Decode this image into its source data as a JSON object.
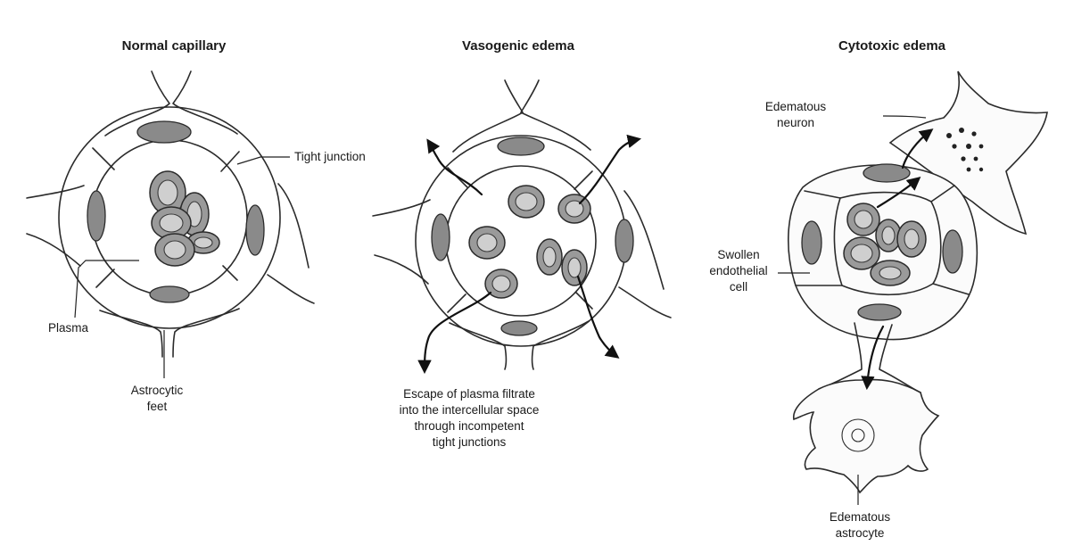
{
  "panels": [
    {
      "title": "Normal capillary",
      "labels": {
        "tight_junction": "Tight junction",
        "plasma": "Plasma",
        "astrocytic_feet": [
          "Astrocytic",
          "feet"
        ]
      }
    },
    {
      "title": "Vasogenic edema",
      "labels": {
        "caption": [
          "Escape of plasma filtrate",
          "into the intercellular space",
          "through incompetent",
          "tight junctions"
        ]
      }
    },
    {
      "title": "Cytotoxic edema",
      "labels": {
        "edematous_neuron": [
          "Edematous",
          "neuron"
        ],
        "swollen_endothelial_cell": [
          "Swollen",
          "endothelial",
          "cell"
        ],
        "edematous_astrocyte": [
          "Edematous",
          "astrocyte"
        ]
      }
    }
  ],
  "colors": {
    "ink": "#2b2b2b",
    "nucleus": "#8a8a8a",
    "red_cell": "#9a9a9a",
    "background": "#ffffff"
  }
}
